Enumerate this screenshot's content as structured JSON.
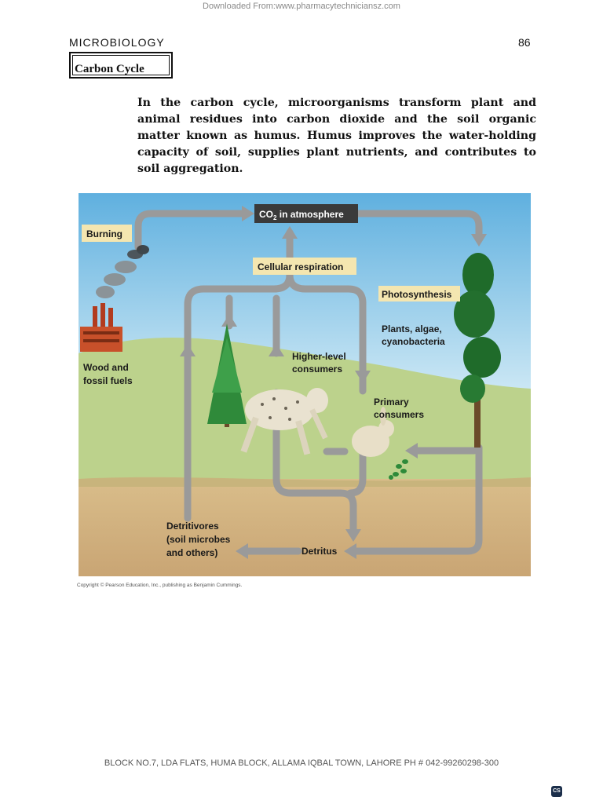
{
  "watermark": "Downloaded From:www.pharmacytechniciansz.com",
  "header": {
    "subject": "MICROBIOLOGY",
    "page_number": "86"
  },
  "section": {
    "title": "Carbon Cycle"
  },
  "paragraph": "In the carbon cycle, microorganisms transform plant and animal residues into carbon dioxide and the soil organic matter known as humus. Humus improves the water-holding capacity of soil, supplies plant nutrients, and contributes to soil aggregation.",
  "figure": {
    "labels": {
      "co2_prefix": "CO",
      "co2_sub": "2",
      "co2_suffix": " in atmosphere",
      "burning": "Burning",
      "cellular_respiration": "Cellular respiration",
      "photosynthesis": "Photosynthesis",
      "plants_line1": "Plants, algae,",
      "plants_line2": "cyanobacteria",
      "higher_line1": "Higher-level",
      "higher_line2": "consumers",
      "primary_line1": "Primary",
      "primary_line2": "consumers",
      "wood_line1": "Wood and",
      "wood_line2": "fossil fuels",
      "detritivores_line1": "Detritivores",
      "detritivores_line2": "(soil microbes",
      "detritivores_line3": "and others)",
      "detritus": "Detritus"
    },
    "copyright": "Copyright © Pearson Education, Inc., publishing as Benjamin Cummings."
  },
  "footer": "BLOCK NO.7, LDA FLATS, HUMA BLOCK, ALLAMA IQBAL TOWN, LAHORE PH # 042-99260298-300",
  "badge": "CS",
  "colors": {
    "sky": "#8ec9e8",
    "hill": "#b9cf86",
    "ground": "#d6b886",
    "arrow": "#9a9a9a",
    "label_box": "#f4e6b0"
  }
}
